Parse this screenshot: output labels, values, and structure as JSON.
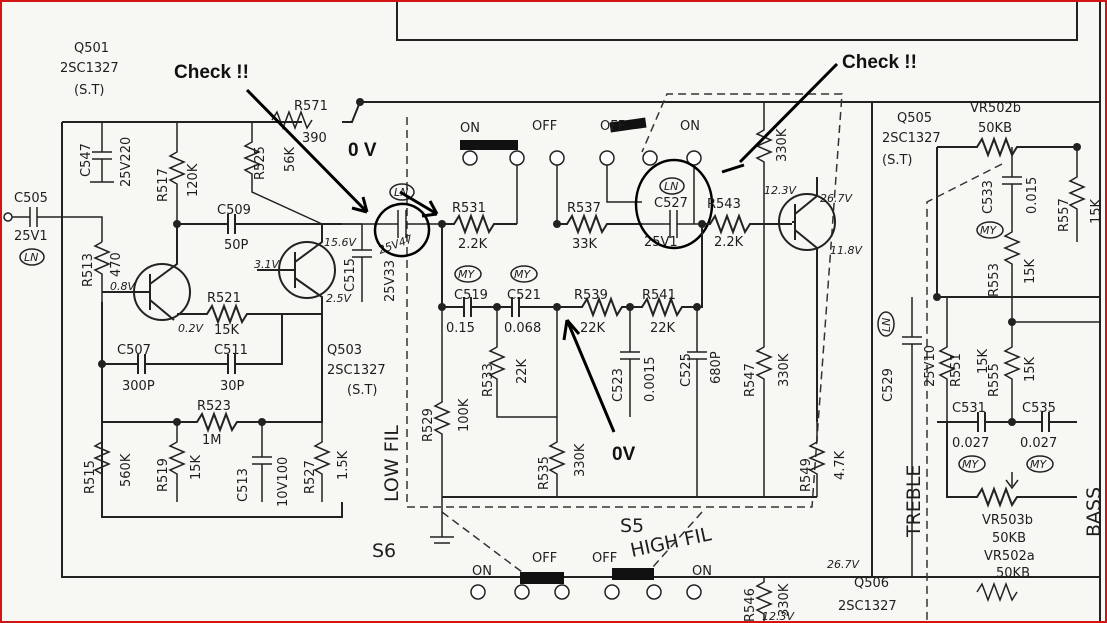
{
  "annotations": {
    "check_left": "Check !!",
    "check_right": "Check !!",
    "zero_v_top": "0 V",
    "zero_v_bottom": "0V"
  },
  "switch_labels": {
    "s6": "S6",
    "s5": "S5",
    "low_fil": "LOW FIL",
    "high_fil": "HIGH FIL",
    "on_1": "ON",
    "off_1": "OFF",
    "off_2": "OFF",
    "on_2": "ON",
    "on_3": "ON",
    "off_3": "OFF",
    "off_4": "OFF",
    "on_4": "ON"
  },
  "transistors": {
    "q501": {
      "ref": "Q501",
      "type": "2SC1327",
      "grade": "(S.T)"
    },
    "q503": {
      "ref": "Q503",
      "type": "2SC1327",
      "grade": "(S.T)"
    },
    "q505": {
      "ref": "Q505",
      "type": "2SC1327",
      "grade": "(S.T)"
    },
    "q506": {
      "ref": "Q506",
      "type": "2SC1327"
    }
  },
  "components": {
    "r571": "R571",
    "r571_v": "390",
    "r525": "R525",
    "r525_v": "56K",
    "c547": "C547",
    "c547_v": "25V220",
    "r517": "R517",
    "r517_v": "120K",
    "c505": "C505",
    "c505_v": "25V1",
    "c505_ln": "LN",
    "r513": "R513",
    "r513_v": "470",
    "c509": "C509",
    "c509_v": "50P",
    "r521": "R521",
    "r521_v": "15K",
    "c515": "C515",
    "c515_v": "25V33",
    "c507": "C507",
    "c507_v": "300P",
    "c511": "C511",
    "c511_v": "30P",
    "r523": "R523",
    "r523_v": "1M",
    "r515": "R515",
    "r515_v": "560K",
    "r519": "R519",
    "r519_v": "15K",
    "c513": "C513",
    "c513_v": "10V100",
    "r527": "R527",
    "r527_v": "1.5K",
    "r531": "R531",
    "r531_v": "2.2K",
    "c517_v": "25V47",
    "c519": "C519",
    "c519_v": "0.15",
    "c521": "C521",
    "c521_v": "0.068",
    "my": "MY",
    "r529": "R529",
    "r529_v": "100K",
    "r533": "R533",
    "r533_v": "22K",
    "r535": "R535",
    "r535_v": "330K",
    "r537": "R537",
    "r537_v": "33K",
    "r539": "R539",
    "r539_v": "22K",
    "r541": "R541",
    "r541_v": "22K",
    "c523": "C523",
    "c523_v": "0.0015",
    "c525": "C525",
    "c525_v": "680P",
    "r547": "R547",
    "r547_v": "330K",
    "r545_v": "330K",
    "c527": "C527",
    "c527_v": "25V1",
    "ln": "LN",
    "r543": "R543",
    "r543_v": "2.2K",
    "r549": "R549",
    "r549_v": "4.7K",
    "vr502b": "VR502b",
    "vr502b_v": "50KB",
    "c533": "C533",
    "c533_v": "0.015",
    "r557": "R557",
    "r557_v": "15K",
    "r553": "R553",
    "r553_v": "15K",
    "c529": "C529",
    "c529_v": "25V10",
    "r551": "R551",
    "r551_v": "15K",
    "r555": "R555",
    "r555_v": "15K",
    "c531": "C531",
    "c531_v": "0.027",
    "c535": "C535",
    "c535_v": "0.027",
    "vr503b": "VR503b",
    "vr503b_v": "50KB",
    "vr502a": "VR502a",
    "vr502a_v": "50KB",
    "r546": "R546",
    "r546_v": "330K",
    "treble": "TREBLE",
    "bass": "BASS"
  },
  "voltages": {
    "v_0_8": "0.8V",
    "v_0_2": "0.2V",
    "v_3_1": "3.1V",
    "v_15_6": "15.6V",
    "v_2_5": "2.5V",
    "v_12_3": "12.3V",
    "v_26_7": "26.7V",
    "v_11_8": "11.8V",
    "v_26_7b": "26.7V",
    "v_12_3b": "12.3V"
  }
}
